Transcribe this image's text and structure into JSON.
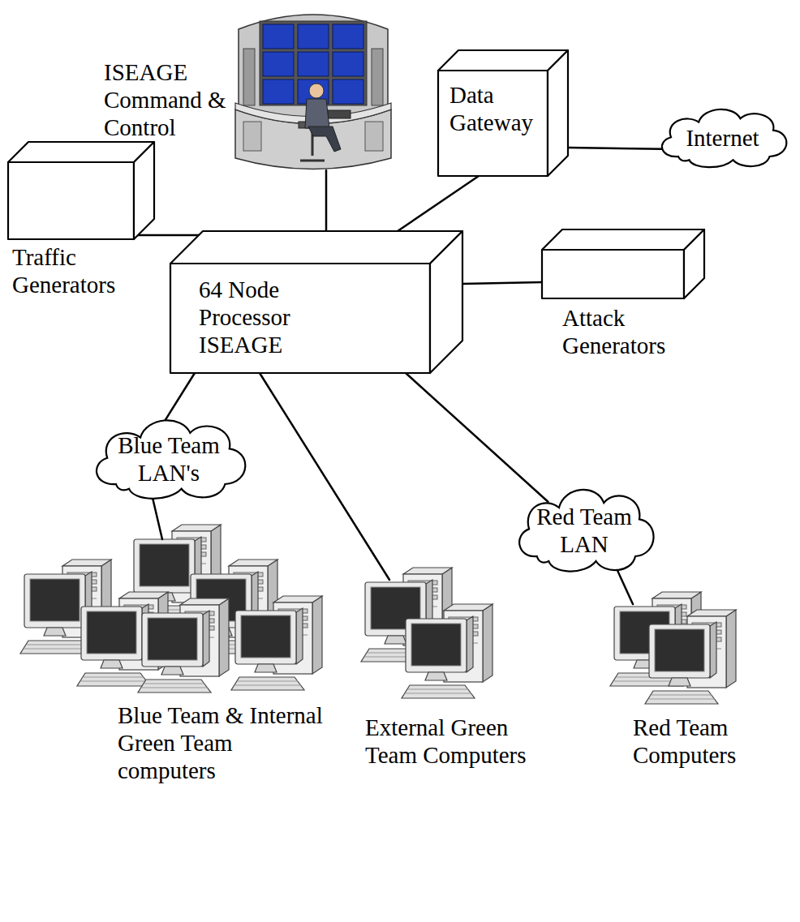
{
  "diagram": {
    "nodes": [
      {
        "text": [
          "ISEAGE Command & Control"
        ]
      },
      {
        "text": [
          "Data Gateway"
        ]
      },
      {
        "text": [
          "Internet"
        ]
      },
      {
        "text": [
          "64 Node Processor ISEAGE"
        ]
      },
      {
        "text": [
          "Traffic Generators"
        ]
      },
      {
        "text": [
          "Attack Generators"
        ]
      },
      {
        "text": [
          "Blue Team LAN's"
        ]
      },
      {
        "text": [
          "Red Team LAN"
        ]
      },
      {
        "text": [
          "Blue Team & Internal Green Team computers"
        ]
      },
      {
        "text": [
          "External Green Team Computers"
        ]
      },
      {
        "text": [
          "Red Team Computers"
        ]
      }
    ],
    "edges": [
      {
        "from": 0,
        "to": 3,
        "arrow": "none"
      },
      {
        "from": 3,
        "to": 1,
        "arrow": "none"
      },
      {
        "from": 1,
        "to": 2,
        "arrow": "none"
      },
      {
        "from": 4,
        "to": 3,
        "arrow": "none"
      },
      {
        "from": 3,
        "to": 5,
        "arrow": "none"
      },
      {
        "from": 3,
        "to": 6,
        "arrow": "none"
      },
      {
        "from": 6,
        "to": 8,
        "arrow": "none"
      },
      {
        "from": 3,
        "to": 9,
        "arrow": "none"
      },
      {
        "from": 3,
        "to": 7,
        "arrow": "none"
      },
      {
        "from": 7,
        "to": 10,
        "arrow": "none"
      }
    ]
  }
}
